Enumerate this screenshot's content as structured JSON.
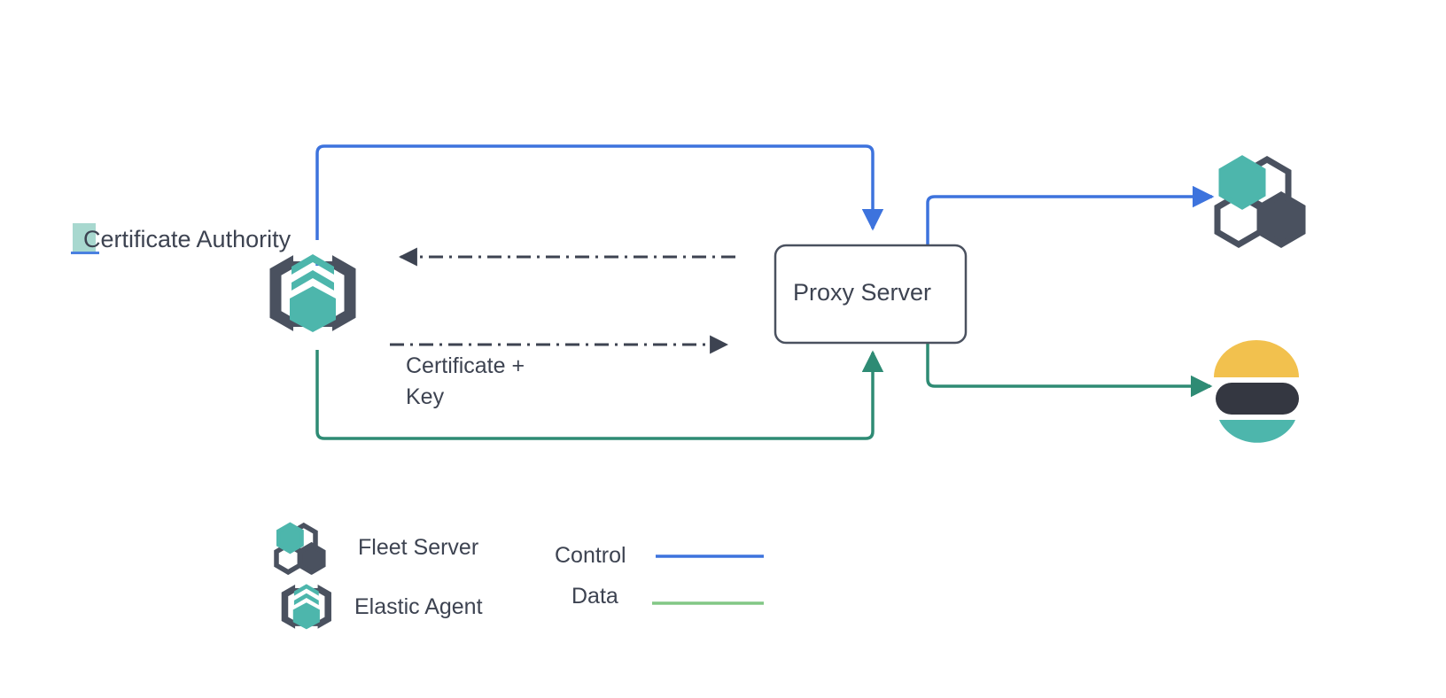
{
  "diagram": {
    "title_text": "Certificate Authority",
    "nodes": [
      {
        "id": "certificate-authority",
        "label": "Certificate Authority",
        "icon": "elastic-agent-icon"
      },
      {
        "id": "proxy-server",
        "label": "Proxy Server",
        "shape": "rounded-rectangle"
      },
      {
        "id": "fleet-server",
        "label": "",
        "icon": "fleet-server-icon"
      },
      {
        "id": "elasticsearch",
        "label": "",
        "icon": "elasticsearch-logo"
      }
    ],
    "edges": [
      {
        "id": "control-agent-to-proxy",
        "type": "control",
        "style": "solid",
        "color": "#3d73dd"
      },
      {
        "id": "control-proxy-to-fleet",
        "type": "control",
        "style": "solid",
        "color": "#3d73dd"
      },
      {
        "id": "data-agent-to-proxy",
        "type": "data",
        "style": "solid",
        "color": "#2e8b74"
      },
      {
        "id": "data-proxy-to-elasticsearch",
        "type": "data",
        "style": "solid",
        "color": "#2e8b74"
      },
      {
        "id": "cert-response",
        "type": "certificate",
        "style": "dash-dot",
        "color": "#3d4351",
        "label": ""
      },
      {
        "id": "cert-request",
        "type": "certificate",
        "style": "dash-dot",
        "color": "#3d4351",
        "label": "Certificate +\nKey"
      }
    ],
    "edge_label_certificate_key": "Certificate +\nKey"
  },
  "legend": {
    "items": [
      {
        "icon": "fleet-server-icon",
        "label": "Fleet Server"
      },
      {
        "icon": "elastic-agent-icon",
        "label": "Elastic Agent"
      }
    ],
    "lines": [
      {
        "label": "Control",
        "color": "#3d73dd"
      },
      {
        "label": "Data",
        "color": "#82c785"
      }
    ]
  },
  "colors": {
    "control_blue": "#3d73dd",
    "data_green": "#2e8b74",
    "legend_data_green": "#82c785",
    "teal": "#4db6ac",
    "dark_slate": "#4a515f",
    "text": "#3d4351",
    "elastic_yellow": "#f2c14e",
    "elastic_dark": "#343741",
    "elastic_teal": "#4db6ac",
    "selection_highlight": "#a8d8cf",
    "selection_underline": "#4a80e0",
    "background": "#ffffff"
  }
}
